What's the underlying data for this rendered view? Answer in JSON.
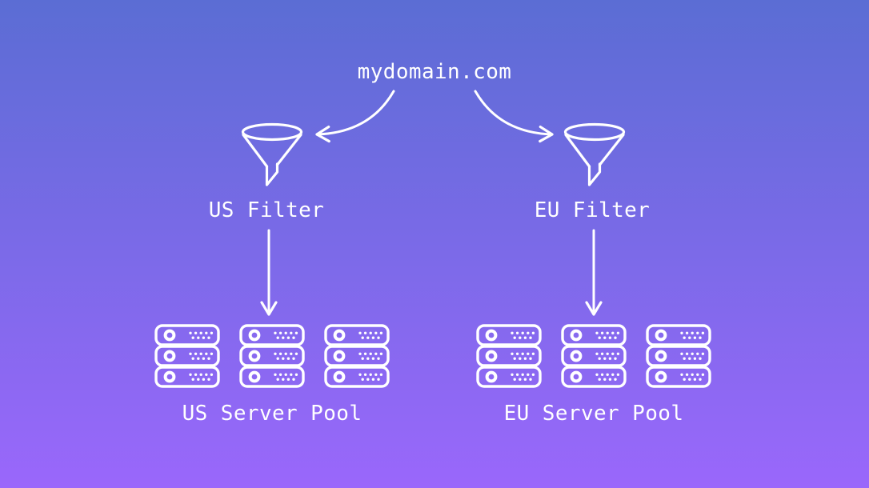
{
  "diagram": {
    "domain": "mydomain.com",
    "filters": [
      {
        "id": "us",
        "label": "US Filter",
        "icon": "funnel-icon"
      },
      {
        "id": "eu",
        "label": "EU Filter",
        "icon": "funnel-icon"
      }
    ],
    "pools": [
      {
        "id": "us",
        "label": "US Server Pool",
        "stacks": 3,
        "servers_per_stack": 3,
        "icon": "server-icon"
      },
      {
        "id": "eu",
        "label": "EU Server Pool",
        "stacks": 3,
        "servers_per_stack": 3,
        "icon": "server-icon"
      }
    ],
    "arrows": [
      {
        "id": "domain-to-us-filter",
        "type": "curved"
      },
      {
        "id": "domain-to-eu-filter",
        "type": "curved"
      },
      {
        "id": "us-filter-to-pool",
        "type": "straight"
      },
      {
        "id": "eu-filter-to-pool",
        "type": "straight"
      }
    ],
    "colors": {
      "background_top": "#5b6dd4",
      "background_bottom": "#9a67fb",
      "stroke": "#ffffff"
    }
  }
}
